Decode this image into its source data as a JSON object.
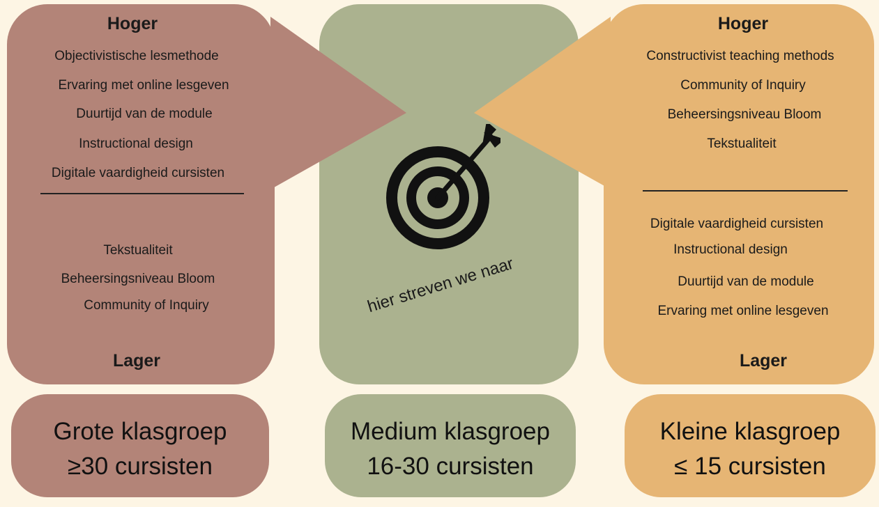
{
  "left": {
    "top_heading": "Hoger",
    "upper_items": [
      "Objectivistische lesmethode",
      "Ervaring met online lesgeven",
      "Duurtijd van de module",
      "Instructional design",
      "Digitale vaardigheid cursisten"
    ],
    "lower_items": [
      "Tekstualiteit",
      "Beheersingsniveau Bloom",
      "Community of Inquiry"
    ],
    "bottom_heading": "Lager"
  },
  "center": {
    "slogan": "hier streven we naar",
    "icon": "target-icon"
  },
  "right": {
    "top_heading": "Hoger",
    "upper_items": [
      "Constructivist teaching methods",
      "Community of Inquiry",
      "Beheersingsniveau Bloom",
      "Tekstualiteit"
    ],
    "lower_items": [
      "Digitale vaardigheid cursisten",
      "Instructional design",
      "Duurtijd van de module",
      "Ervaring met online lesgeven"
    ],
    "bottom_heading": "Lager"
  },
  "groups": [
    {
      "line1": "Grote klasgroep",
      "line2": "≥30 cursisten"
    },
    {
      "line1": "Medium klasgroep",
      "line2": "16-30 cursisten"
    },
    {
      "line1": "Kleine klasgroep",
      "line2": "≤ 15 cursisten"
    }
  ],
  "colors": {
    "background": "#fdf5e4",
    "left": "#b38478",
    "center": "#abb28f",
    "right": "#e6b574"
  }
}
